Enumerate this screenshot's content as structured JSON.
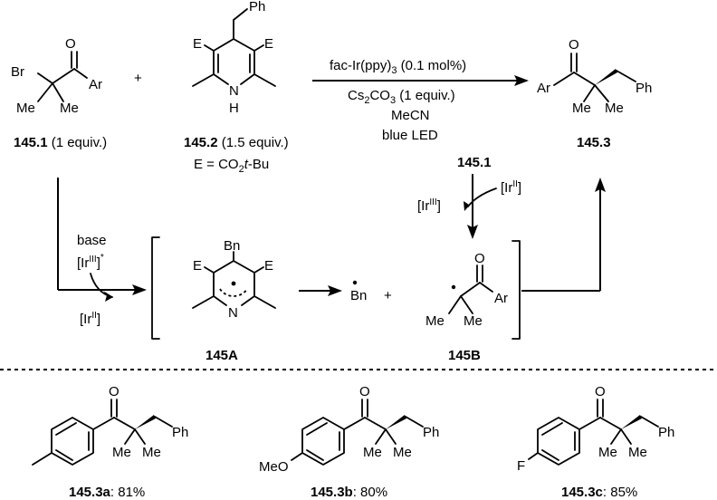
{
  "reaction": {
    "conditions": {
      "catalyst_pre": "fac-Ir(ppy)",
      "catalyst_sub": "3",
      "catalyst_post": " (0.1 mol%)",
      "base_pre": "Cs",
      "base_sub1": "2",
      "base_mid": "CO",
      "base_sub2": "3",
      "base_post": " (1 equiv.)",
      "solvent": "MeCN",
      "light": "blue LED"
    },
    "reactant1": {
      "id": "145.1",
      "equiv": " (1 equiv.)"
    },
    "reactant2": {
      "id": "145.2",
      "equiv": " (1.5 equiv.)",
      "def_pre": "E = CO",
      "def_sub": "2",
      "def_post": "-Bu",
      "def_italic": "t"
    },
    "product": {
      "id": "145.3"
    },
    "plus": "+"
  },
  "mechanism": {
    "start_label": "145.1",
    "base": "base",
    "ir3_star": "[Ir",
    "ir3_star_sup": "III",
    "ir3_star_mark": "*",
    "ir2_out": "[Ir",
    "ir2_out_sup": "II",
    "ir2_in": "[Ir",
    "ir2_in_sup": "II",
    "ir3_out": "[Ir",
    "ir3_out_sup": "III",
    "bracket_close": "]",
    "intermediate_a": "145A",
    "intermediate_b": "145B",
    "plus": "+"
  },
  "atoms": {
    "br": "Br",
    "me": "Me",
    "ar": "Ar",
    "o": "O",
    "ph": "Ph",
    "e": "E",
    "n": "N",
    "h": "H",
    "bn": "Bn",
    "f": "F",
    "meo": "MeO"
  },
  "examples": [
    {
      "id": "145.3a",
      "yield": ": 81%"
    },
    {
      "id": "145.3b",
      "yield": ": 80%"
    },
    {
      "id": "145.3c",
      "yield": ": 85%"
    }
  ]
}
